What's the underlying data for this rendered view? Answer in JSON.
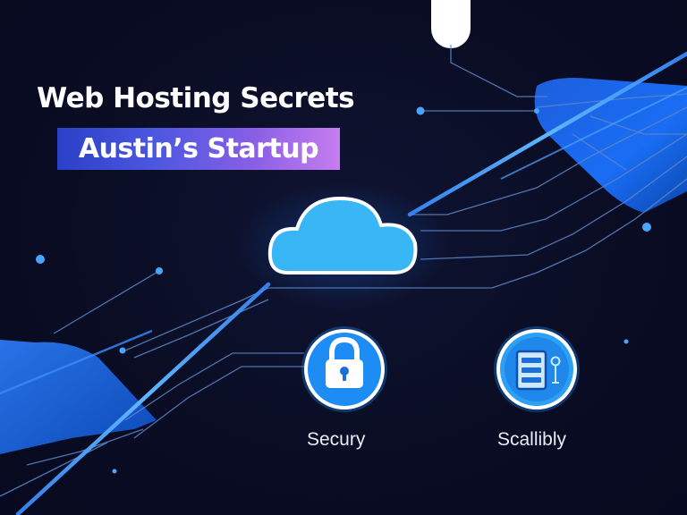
{
  "headline": {
    "title": "Web Hosting Secrets",
    "subtitle": "Austin’s Startup"
  },
  "features": [
    {
      "label": "Secury",
      "icon": "padlock-icon"
    },
    {
      "label": "Scallibly",
      "icon": "server-icon"
    }
  ],
  "colors": {
    "background": "#0a0d24",
    "accent_blue": "#3aa0ff",
    "cloud": "#38b6f6",
    "circuit_line": "#5d86c7",
    "badge_gradient_start": "#2a40c8",
    "badge_gradient_end": "#c77ef0"
  }
}
